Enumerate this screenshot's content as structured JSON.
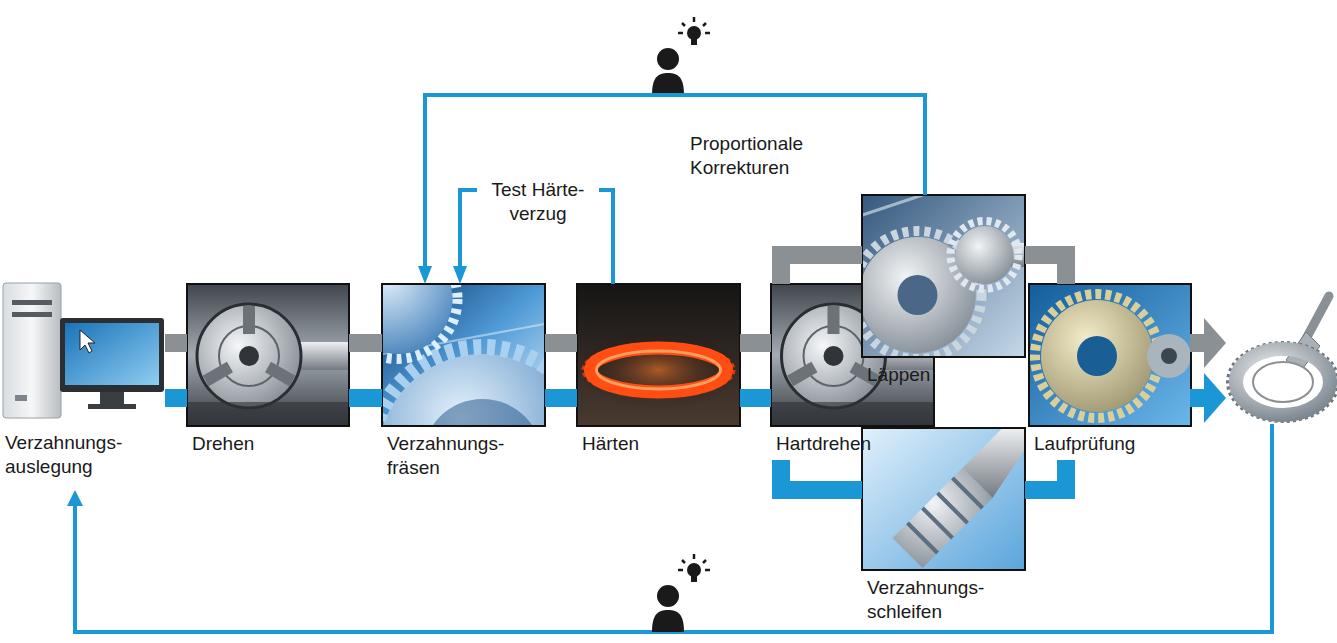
{
  "diagram": {
    "nodes": [
      {
        "text": [
          "Verzahnungs- auslegung"
        ]
      },
      {
        "text": [
          "Drehen"
        ]
      },
      {
        "text": [
          "Verzahnungs- fräsen"
        ]
      },
      {
        "text": [
          "Härten"
        ]
      },
      {
        "text": [
          "Hartdrehen"
        ]
      },
      {
        "text": [
          "Läppen"
        ]
      },
      {
        "text": [
          "Verzahnungs- schleifen"
        ]
      },
      {
        "text": [
          "Laufprüfung"
        ]
      }
    ],
    "edges": [
      {
        "from": 0,
        "to": 1,
        "arrow": "none"
      },
      {
        "from": 0,
        "to": 1,
        "arrow": "none"
      },
      {
        "from": 1,
        "to": 2,
        "arrow": "none"
      },
      {
        "from": 1,
        "to": 2,
        "arrow": "none"
      },
      {
        "from": 2,
        "to": 3,
        "arrow": "none"
      },
      {
        "from": 2,
        "to": 3,
        "arrow": "none"
      },
      {
        "from": 3,
        "to": 4,
        "arrow": "none"
      },
      {
        "from": 3,
        "to": 4,
        "arrow": "none"
      },
      {
        "from": 4,
        "to": 5,
        "arrow": "none"
      },
      {
        "from": 5,
        "to": 7,
        "arrow": "none"
      },
      {
        "from": 4,
        "to": 6,
        "arrow": "none"
      },
      {
        "from": 6,
        "to": 7,
        "arrow": "none"
      },
      {
        "from": 3,
        "to": 2,
        "label": "Test Härte- verzug",
        "arrow": "to"
      },
      {
        "from": 5,
        "to": 2,
        "label": "Proportionale Korrekturen",
        "arrow": "to"
      }
    ]
  }
}
